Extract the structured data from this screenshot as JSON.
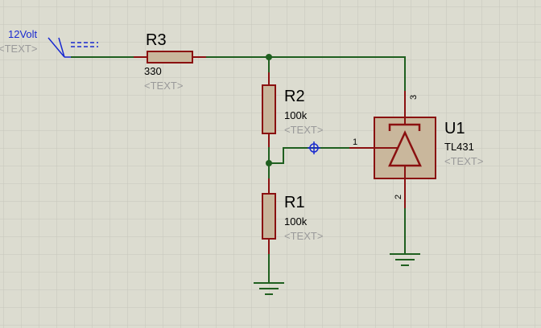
{
  "colors": {
    "background": "#dcdcd0",
    "grid": "#c6c6bb",
    "wire": "#1f5f1f",
    "component": "#8a1010",
    "component_fill": "#c9b79c",
    "terminal": "#1a2ad0",
    "placeholder_text": "#9a9a9a"
  },
  "terminal": {
    "label": "12Volt",
    "text": "<TEXT>"
  },
  "components": {
    "r3": {
      "ref": "R3",
      "value": "330",
      "text": "<TEXT>"
    },
    "r2": {
      "ref": "R2",
      "value": "100k",
      "text": "<TEXT>"
    },
    "r1": {
      "ref": "R1",
      "value": "100k",
      "text": "<TEXT>"
    },
    "u1": {
      "ref": "U1",
      "value": "TL431",
      "text": "<TEXT>",
      "pins": {
        "ref_pin": "1",
        "anode_pin": "2",
        "cathode_pin": "3"
      }
    }
  },
  "symbols": {
    "ground_icon": "ground-icon",
    "probe_icon": "voltage-probe-icon",
    "terminal_icon": "power-terminal-icon",
    "regulator_icon": "shunt-regulator-icon"
  }
}
